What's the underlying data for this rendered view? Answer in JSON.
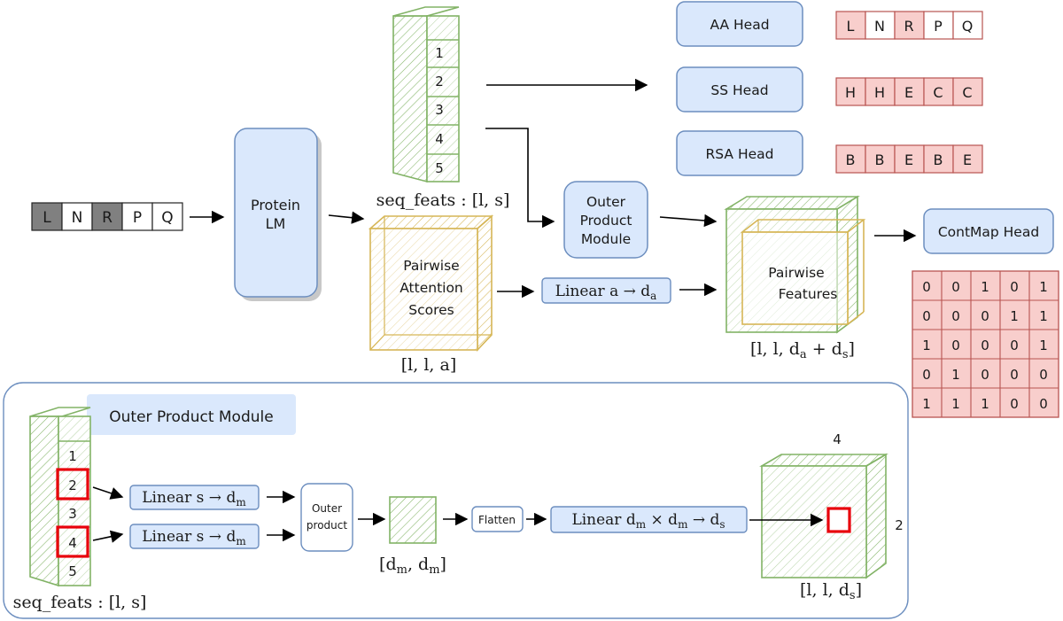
{
  "input_sequence": [
    "L",
    "N",
    "R",
    "P",
    "Q"
  ],
  "protein_lm": {
    "line1": "Protein",
    "line2": "LM"
  },
  "seq_stack": [
    "1",
    "2",
    "3",
    "4",
    "5"
  ],
  "seq_feats_label": "seq_feats : [l, s]",
  "pairwise_attention": {
    "line1": "Pairwise",
    "line2": "Attention",
    "line3": "Scores",
    "shape": "[l, l, a]"
  },
  "linear_a": "Linear a → d",
  "linear_a_sub": "a",
  "outer_product_module": {
    "line1": "Outer",
    "line2": "Product",
    "line3": "Module"
  },
  "pairwise_features": {
    "line1": "Pairwise",
    "line2": "Features",
    "shape_prefix": "[l, l, d",
    "shape_sub1": "a",
    "shape_mid": " + d",
    "shape_sub2": "s",
    "shape_suffix": "]"
  },
  "heads": {
    "aa": {
      "label": "AA Head",
      "values": [
        "L",
        "N",
        "R",
        "P",
        "Q"
      ]
    },
    "ss": {
      "label": "SS Head",
      "values": [
        "H",
        "H",
        "E",
        "C",
        "C"
      ]
    },
    "rsa": {
      "label": "RSA Head",
      "values": [
        "B",
        "B",
        "E",
        "B",
        "E"
      ]
    },
    "contmap": {
      "label": "ContMap Head",
      "matrix": [
        [
          "0",
          "0",
          "1",
          "0",
          "1"
        ],
        [
          "0",
          "0",
          "0",
          "1",
          "1"
        ],
        [
          "1",
          "0",
          "0",
          "0",
          "1"
        ],
        [
          "0",
          "1",
          "0",
          "0",
          "0"
        ],
        [
          "1",
          "1",
          "1",
          "0",
          "0"
        ]
      ]
    }
  },
  "detail": {
    "title": "Outer Product Module",
    "stack": [
      "1",
      "2",
      "3",
      "4",
      "5"
    ],
    "seq_feats_label": "seq_feats : [l, s]",
    "linear_s1": "Linear s → d",
    "linear_s2": "Linear s → d",
    "linear_s_sub": "m",
    "outer_product": {
      "line1": "Outer",
      "line2": "product"
    },
    "small_shape": {
      "prefix": "[d",
      "sub1": "m",
      "mid": ", d",
      "sub2": "m",
      "suffix": "]"
    },
    "flatten": "Flatten",
    "linear_dm": {
      "prefix": "Linear d",
      "sub1": "m",
      "mid": " × d",
      "sub2": "m",
      "arrow": " → d",
      "sub3": "s"
    },
    "cube_top_label": "4",
    "cube_right_label": "2",
    "cube_shape": {
      "prefix": "[l, l, d",
      "sub": "s",
      "suffix": "]"
    }
  },
  "colors": {
    "blue_fill": "#dae8fc",
    "blue_stroke": "#6c8ebf",
    "green": "#82b366",
    "yellow": "#d6b656",
    "red_fill": "#f8cecc",
    "red_stroke": "#b85450",
    "highlight": "#e8000b"
  }
}
